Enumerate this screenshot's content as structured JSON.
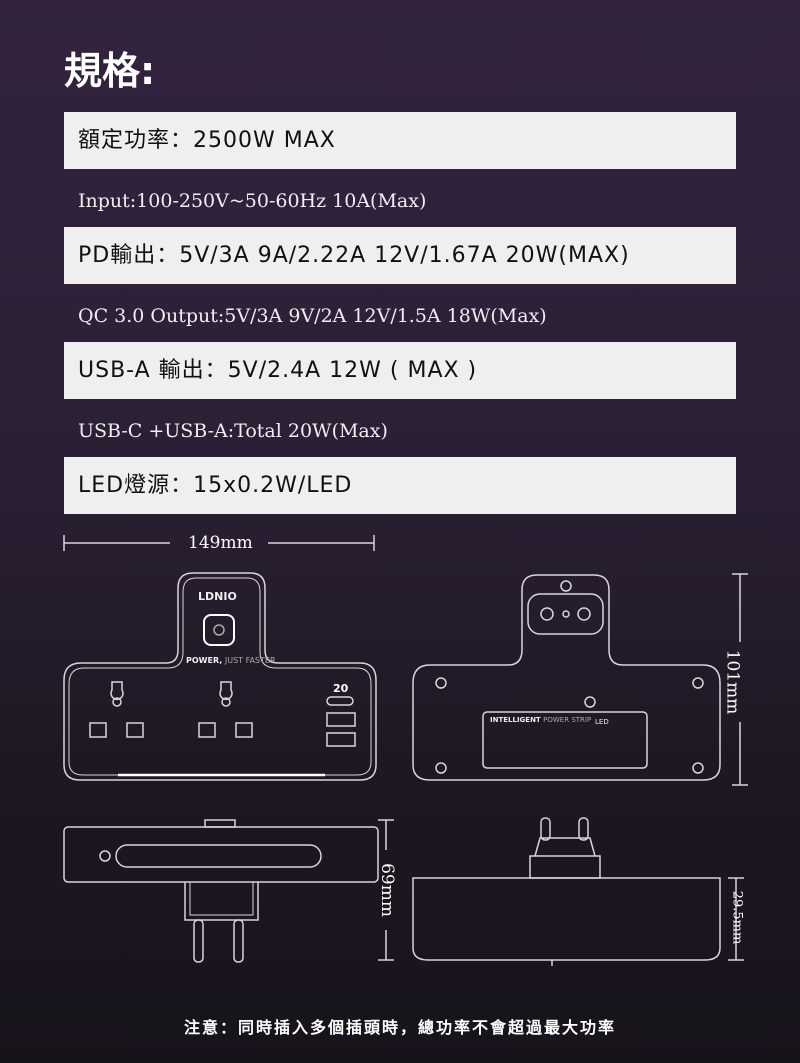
{
  "title": "規格:",
  "specs": [
    {
      "text": "額定功率：2500W MAX",
      "style": "box"
    },
    {
      "text": "Input:100-250V~50-60Hz 10A(Max)",
      "style": "line"
    },
    {
      "text": "PD輸出：5V/3A 9A/2.22A 12V/1.67A 20W(MAX)",
      "style": "box"
    },
    {
      "text": "QC 3.0 Output:5V/3A 9V/2A 12V/1.5A 18W(Max)",
      "style": "line"
    },
    {
      "text": "USB-A 輸出：5V/2.4A 12W ( MAX )",
      "style": "box"
    },
    {
      "text": "USB-C +USB-A:Total 20W(Max)",
      "style": "line"
    },
    {
      "text": "LED燈源：15x0.2W/LED",
      "style": "box"
    }
  ],
  "dimensions": {
    "width": "149mm",
    "height": "101mm",
    "depth": "69mm",
    "thickness": "29.5mm"
  },
  "product": {
    "brand": "LDNIO",
    "slogan_bold": "POWER,",
    "slogan_light": "JUST FASTER",
    "usb_badge": "20",
    "label_title": "INTELLIGENT",
    "label_subtitle": "POWER STRIP",
    "label_led": "LED"
  },
  "footer_note": "注意：同時插入多個插頭時，總功率不會超過最大功率",
  "colors": {
    "background_top": "#33233f",
    "background_bottom": "#17131b",
    "box": "#efefef",
    "line_art": "#d8d4dc"
  }
}
